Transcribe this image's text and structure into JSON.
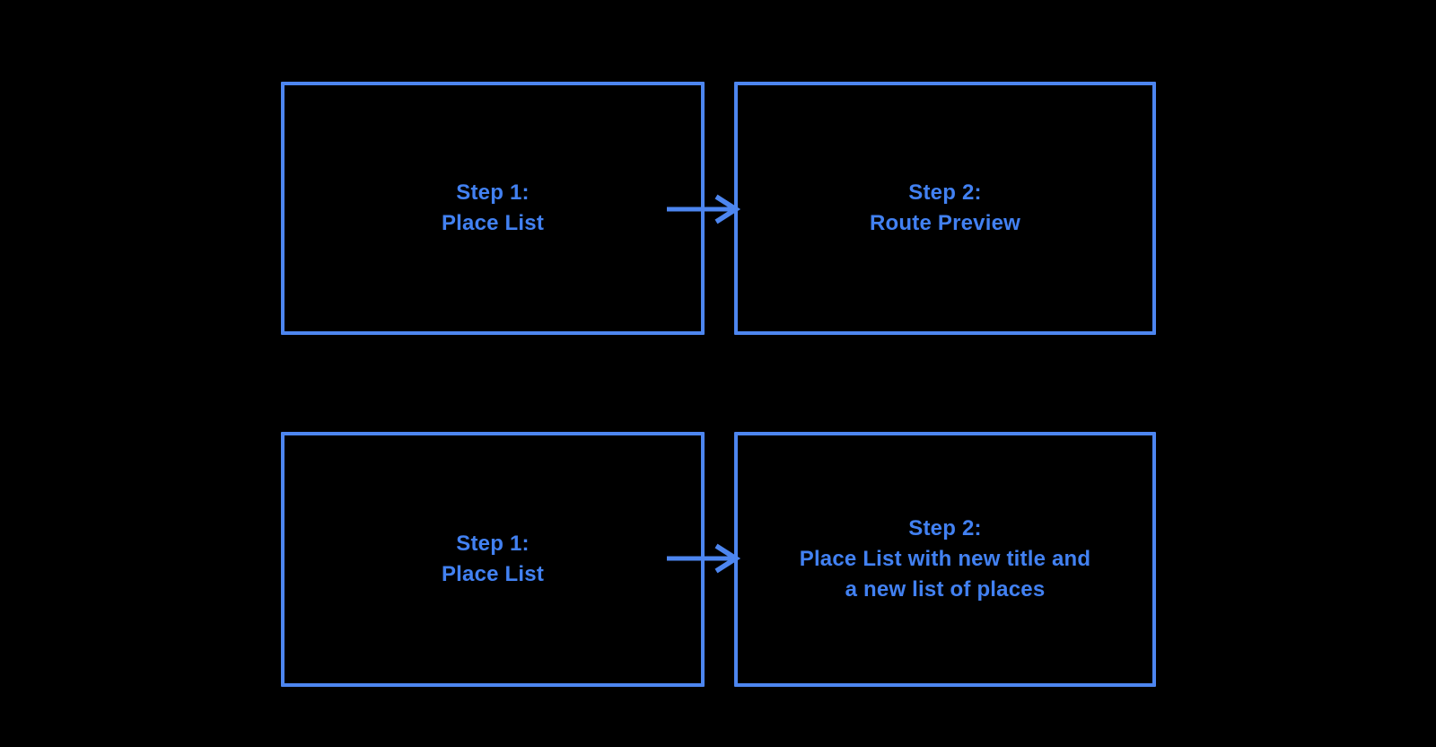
{
  "page": {
    "background": "#000000"
  },
  "colors": {
    "box_border": "#4d86f0",
    "label_text": "#4281f2",
    "arrow": "#4d86f0"
  },
  "flows": [
    {
      "source": {
        "lines": [
          "Step 1:",
          "Place List"
        ]
      },
      "target": {
        "lines": [
          "Step 2:",
          "Route Preview"
        ]
      }
    },
    {
      "source": {
        "lines": [
          "Step 1:",
          "Place List"
        ]
      },
      "target": {
        "lines": [
          "Step 2:",
          "Place List with new title and",
          "a new list of places"
        ]
      }
    }
  ]
}
